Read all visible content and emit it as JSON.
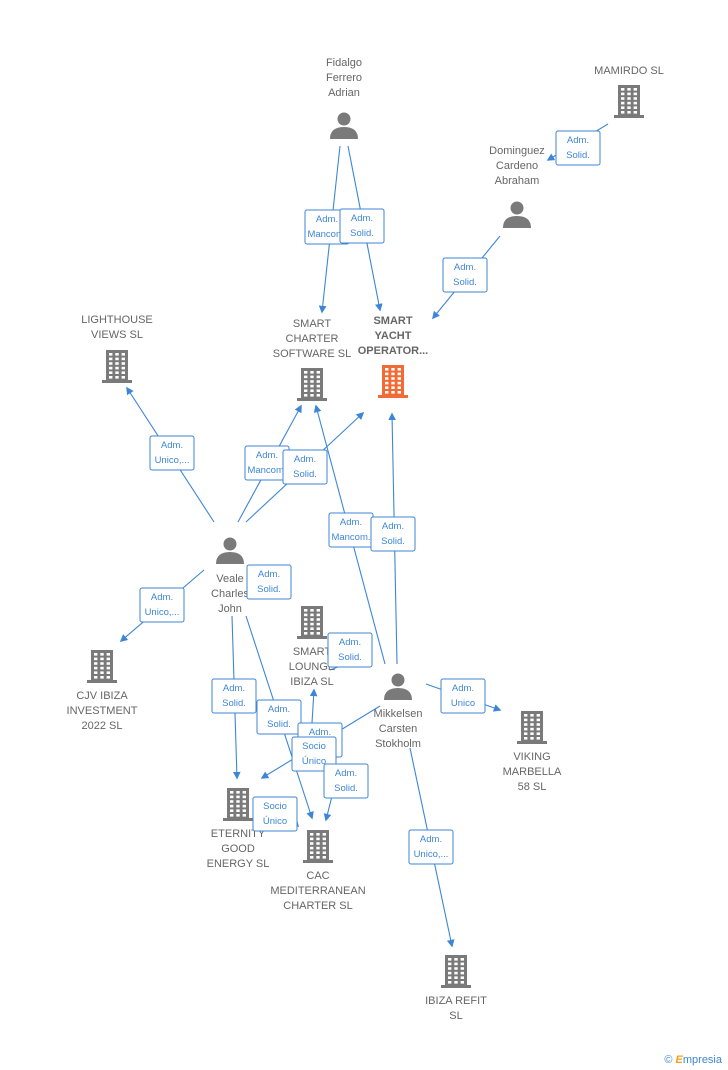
{
  "colors": {
    "edge": "#3d86d6",
    "node": "#7a7a7a",
    "focus": "#f26a35",
    "label": "#666666"
  },
  "nodes": [
    {
      "id": "fidalgo",
      "type": "person",
      "label": [
        "Fidalgo",
        "Ferrero",
        "Adrian"
      ]
    },
    {
      "id": "mamirdo",
      "type": "company",
      "label": [
        "MAMIRDO  SL"
      ]
    },
    {
      "id": "dominguez",
      "type": "person",
      "label": [
        "Dominguez",
        "Cardeno",
        "Abraham"
      ]
    },
    {
      "id": "lighthouse",
      "type": "company",
      "label": [
        "LIGHTHOUSE",
        "VIEWS  SL"
      ]
    },
    {
      "id": "smart_charter",
      "type": "company",
      "label": [
        "SMART",
        "CHARTER",
        "SOFTWARE  SL"
      ]
    },
    {
      "id": "smart_yacht",
      "type": "company",
      "focus": true,
      "label": [
        "SMART",
        "YACHT",
        "OPERATOR..."
      ]
    },
    {
      "id": "veale",
      "type": "person",
      "label": [
        "Veale",
        "Charles",
        "John"
      ]
    },
    {
      "id": "smart_lounge",
      "type": "company",
      "label": [
        "SMART",
        "LOUNGE",
        "IBIZA  SL"
      ]
    },
    {
      "id": "mikkelsen",
      "type": "person",
      "label": [
        "Mikkelsen",
        "Carsten",
        "Stokholm"
      ]
    },
    {
      "id": "cjv",
      "type": "company",
      "label": [
        "CJV IBIZA",
        "INVESTMENT",
        "2022  SL"
      ]
    },
    {
      "id": "viking",
      "type": "company",
      "label": [
        "VIKING",
        "MARBELLA",
        "58  SL"
      ]
    },
    {
      "id": "eternity",
      "type": "company",
      "label": [
        "ETERNITY",
        "GOOD",
        "ENERGY SL"
      ]
    },
    {
      "id": "cac",
      "type": "company",
      "label": [
        "CAC",
        "MEDITERRANEAN",
        "CHARTER  SL"
      ]
    },
    {
      "id": "ibiza_refit",
      "type": "company",
      "label": [
        "IBIZA REFIT",
        "SL"
      ]
    }
  ],
  "edges": [
    {
      "id": "e1",
      "label": [
        "Adm.",
        "Mancom."
      ]
    },
    {
      "id": "e2",
      "label": [
        "Adm.",
        "Solid."
      ]
    },
    {
      "id": "e3",
      "label": [
        "Adm.",
        "Solid."
      ]
    },
    {
      "id": "e4",
      "label": [
        "Adm.",
        "Solid."
      ]
    },
    {
      "id": "e5",
      "label": [
        "Adm.",
        "Unico,..."
      ]
    },
    {
      "id": "e6",
      "label": [
        "Adm.",
        "Mancom."
      ]
    },
    {
      "id": "e7",
      "label": [
        "Adm.",
        "Solid."
      ]
    },
    {
      "id": "e8",
      "label": [
        "Adm.",
        "Mancom."
      ]
    },
    {
      "id": "e9",
      "label": [
        "Adm.",
        "Solid."
      ]
    },
    {
      "id": "e10",
      "label": [
        "Adm.",
        "Solid."
      ]
    },
    {
      "id": "e11",
      "label": [
        "Adm.",
        "Unico,..."
      ]
    },
    {
      "id": "e12",
      "label": [
        "Adm.",
        "Solid."
      ]
    },
    {
      "id": "e13",
      "label": [
        "Adm.",
        "Solid."
      ]
    },
    {
      "id": "e14",
      "label": [
        "Adm.",
        "Solid."
      ]
    },
    {
      "id": "e15",
      "label": [
        "Adm.",
        "Unico"
      ]
    },
    {
      "id": "e16",
      "label": [
        "Adm.",
        "Solid."
      ]
    },
    {
      "id": "e17",
      "label": [
        "Socio",
        "Único"
      ]
    },
    {
      "id": "e18",
      "label": [
        "Adm.",
        "Solid."
      ]
    },
    {
      "id": "e19",
      "label": [
        "Socio",
        "Único"
      ]
    },
    {
      "id": "e20",
      "label": [
        "Adm.",
        "Unico,..."
      ]
    }
  ],
  "brand": {
    "symbol": "©",
    "initial": "E",
    "rest": "mpresia"
  }
}
